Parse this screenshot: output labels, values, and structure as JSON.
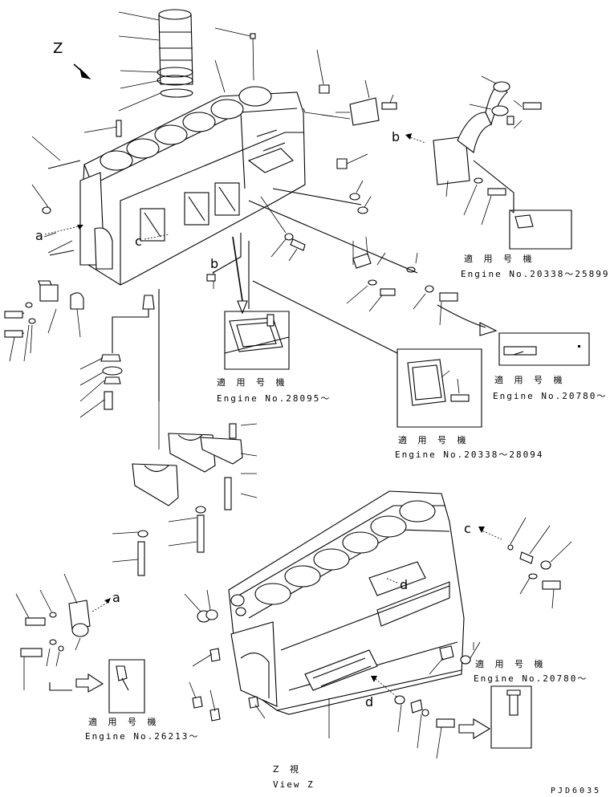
{
  "view_label": "Z",
  "callouts": {
    "a": "a",
    "b": "b",
    "c": "c",
    "d": "d"
  },
  "applicability_heading": "適 用 号 機",
  "serial_notes": {
    "n1": "Engine No.20338～25899",
    "n2": "Engine No.28095～",
    "n3": "Engine No.20780～",
    "n4": "Engine No.20338～28094",
    "n5": "Engine No.20780～",
    "n6": "Engine No.26213～"
  },
  "view_caption_jp": "Z 視",
  "view_caption_en": "View Z",
  "figure_code": "PJD6035"
}
